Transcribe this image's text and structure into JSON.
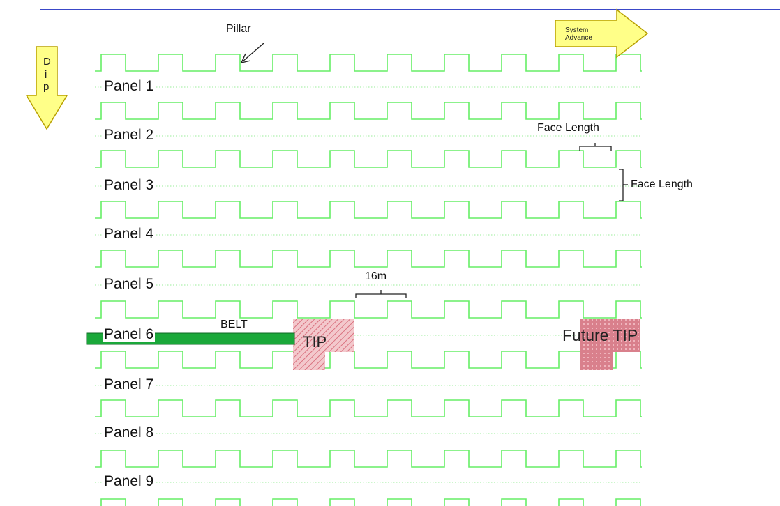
{
  "diagram": {
    "panels": [
      "Panel 1",
      "Panel 2",
      "Panel 3",
      "Panel 4",
      "Panel 5",
      "Panel 6",
      "Panel 7",
      "Panel 8",
      "Panel 9"
    ],
    "labels": {
      "pillar": "Pillar",
      "system_advance_line1": "System",
      "system_advance_line2": "Advance",
      "dip_letters": [
        "D",
        "i",
        "p"
      ],
      "face_length_horizontal": "Face Length",
      "face_length_vertical": "Face Length",
      "spacing": "16m",
      "belt": "BELT",
      "tip": "TIP",
      "future_tip": "Future TIP"
    },
    "colors": {
      "pillar_line": "#66ee66",
      "panel_dots": "#99ee99",
      "belt": "#1aa83a",
      "tip_fill": "#e8a0a8",
      "future_tip_fill": "#d9808c",
      "arrow_fill": "#ffff88",
      "arrow_stroke": "#b8a000",
      "header_rule": "#3a47c8"
    }
  }
}
